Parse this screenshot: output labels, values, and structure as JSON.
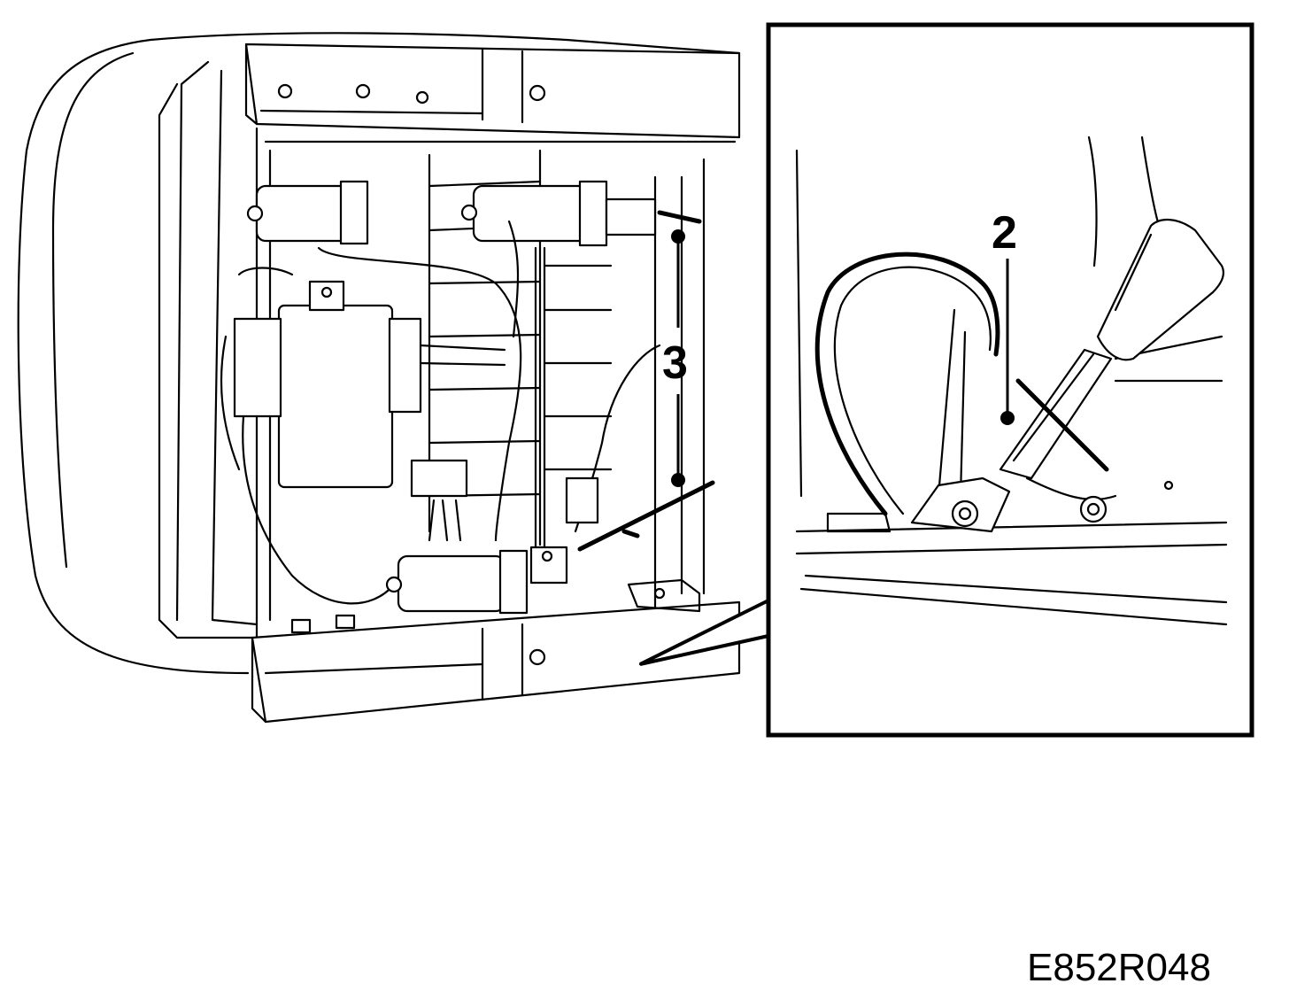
{
  "callouts": {
    "c2": "2",
    "c3": "3"
  },
  "figure_id": "E852R048"
}
